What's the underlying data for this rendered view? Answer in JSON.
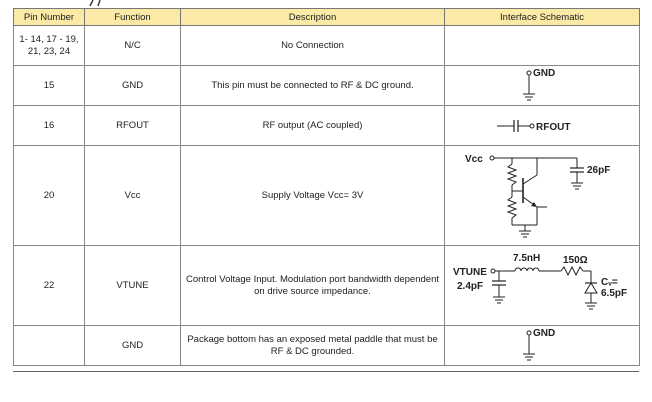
{
  "table": {
    "headers": [
      "Pin Number",
      "Function",
      "Description",
      "Interface Schematic"
    ],
    "rows": [
      {
        "pin": "1- 14, 17 - 19, 21, 23, 24",
        "function": "N/C",
        "description": "No Connection"
      },
      {
        "pin": "15",
        "function": "GND",
        "description": "This pin must be connected to RF & DC ground."
      },
      {
        "pin": "16",
        "function": "RFOUT",
        "description": "RF output (AC coupled)"
      },
      {
        "pin": "20",
        "function": "Vcc",
        "description": "Supply Voltage Vcc= 3V"
      },
      {
        "pin": "22",
        "function": "VTUNE",
        "description": "Control Voltage Input. Modulation port bandwidth dependent on drive source impedance."
      },
      {
        "pin": "",
        "function": "GND",
        "description": "Package bottom has an exposed metal paddle that must be RF & DC grounded."
      }
    ]
  },
  "schematics": {
    "gnd_label": "GND",
    "rfout_label": "RFOUT",
    "vcc_label": "Vcc",
    "vcc_cap": "26pF",
    "vtune_label": "VTUNE",
    "vtune_inductor": "7.5nH",
    "vtune_resistor": "150Ω",
    "vtune_cap": "2.4pF",
    "vtune_varactor_label": "Cᵥ=",
    "vtune_varactor_value": "6.5pF"
  }
}
